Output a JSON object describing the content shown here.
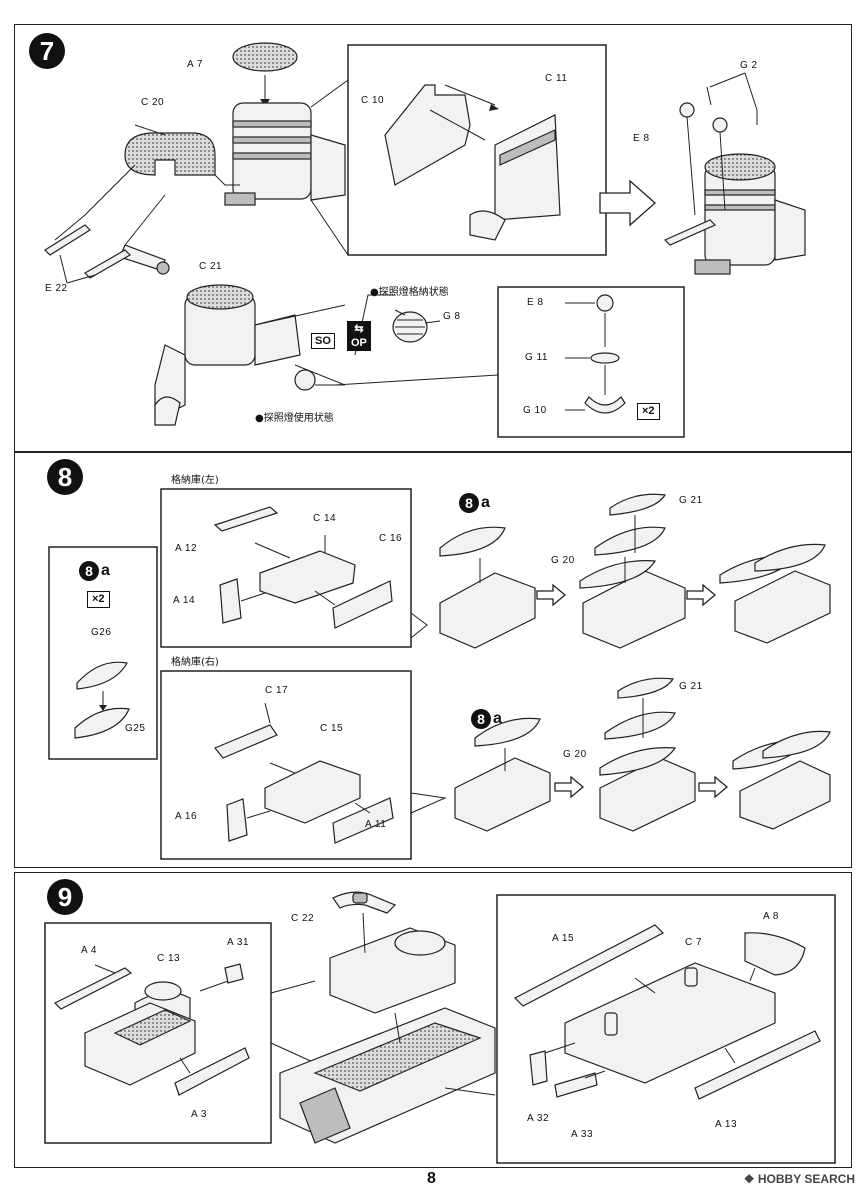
{
  "page_number": "8",
  "watermark": "HOBBY SEARCH",
  "step7": {
    "number": "7",
    "labels": {
      "a7": "A 7",
      "c20": "C 20",
      "c21": "C 21",
      "e22": "E 22",
      "c10": "C 10",
      "c11": "C 11",
      "g2": "G 2",
      "e8": "E 8",
      "g8": "G 8",
      "e8b": "E 8",
      "g11": "G 11",
      "g10": "G 10"
    },
    "stowed_label": "●探照燈格納状態",
    "in_use_label": "●探照燈使用状態",
    "so_label": "SO",
    "op_label": "OP",
    "multiplier": "×2"
  },
  "step8": {
    "number": "8",
    "sub_step": "a",
    "multiplier": "×2",
    "left_storage_title": "格納庫(左)",
    "right_storage_title": "格納庫(右)",
    "labels": {
      "g26": "G26",
      "g25": "G25",
      "a12": "A 12",
      "c14": "C 14",
      "c16": "C 16",
      "a14": "A 14",
      "g21a": "G 21",
      "g20a": "G 20",
      "c17": "C 17",
      "c15": "C 15",
      "a16": "A 16",
      "a11": "A 11",
      "g21b": "G 21",
      "g20b": "G 20"
    }
  },
  "step9": {
    "number": "9",
    "labels": {
      "a4": "A 4",
      "c13": "C 13",
      "a31": "A 31",
      "a3": "A 3",
      "c22": "C 22",
      "a15": "A 15",
      "c7": "C 7",
      "a8": "A 8",
      "a32": "A 32",
      "a33": "A 33",
      "a13": "A 13"
    }
  }
}
